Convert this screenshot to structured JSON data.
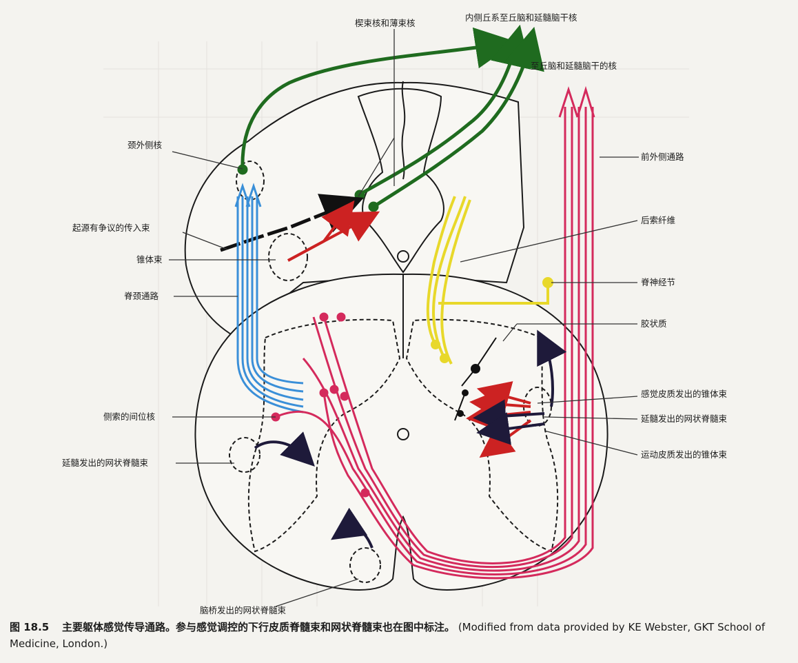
{
  "labels": {
    "cuneate_gracile": "楔束核和薄束核",
    "medial_lemniscus": "内侧丘系至丘脑和延髓脑干核",
    "to_thalamus": "至丘脑和延髓脑干的核",
    "lateral_cervical": "颈外侧核",
    "anterolateral": "前外侧通路",
    "controversial": "起源有争议的传入束",
    "dorsal_fibers": "后索纤维",
    "pyramidal": "锥体束",
    "spinocervical": "脊颈通路",
    "dorsal_root_ganglion": "脊神经节",
    "substantia_gelatinosa": "胶状质",
    "sensory_cortex_pyramidal": "感觉皮质发出的锥体束",
    "medullary_reticulospinal_r": "延髓发出的网状脊髓束",
    "lateral_intermediate": "侧索的间位核",
    "motor_cortex_pyramidal": "运动皮质发出的锥体束",
    "medullary_reticulospinal_l": "延髓发出的网状脊髓束",
    "pontine_reticulospinal": "脑桥发出的网状脊髓束"
  },
  "caption": {
    "number": "图 18.5",
    "bold_text": "主要躯体感觉传导通路。参与感觉调控的下行皮质脊髓束和网状脊髓束也在图中标注。",
    "source": "(Modified from data provided by KE Webster, GKT School of Medicine, London.)"
  },
  "colors": {
    "dorsal_column": "#1f6b1f",
    "spinocervical": "#3a8fd8",
    "anterolateral": "#d42a5c",
    "dorsal_fibers": "#e8d82a",
    "pyramidal": "#cc2222",
    "reticulospinal": "#1e1a3a"
  }
}
